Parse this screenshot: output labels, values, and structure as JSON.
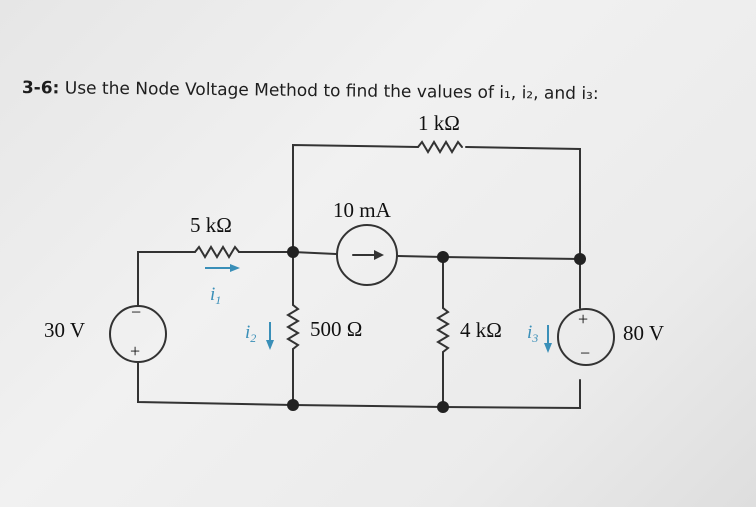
{
  "problem": {
    "number": "3-6:",
    "text": "Use the Node Voltage Method to find the values of i₁, i₂, and i₃:"
  },
  "circuit": {
    "r_top": "1 kΩ",
    "r_left": "5 kΩ",
    "current_source": "10 mA",
    "r_middle": "500 Ω",
    "r_right": "4 kΩ",
    "v_left": "30 V",
    "v_right": "80 V",
    "i1_symbol": "i",
    "i1_sub": "1",
    "i2_symbol": "i",
    "i2_sub": "2",
    "i3_symbol": "i",
    "i3_sub": "3",
    "plus": "+",
    "minus": "−"
  },
  "colors": {
    "wire": "#333333",
    "current_arrow": "#3a8fb8"
  }
}
